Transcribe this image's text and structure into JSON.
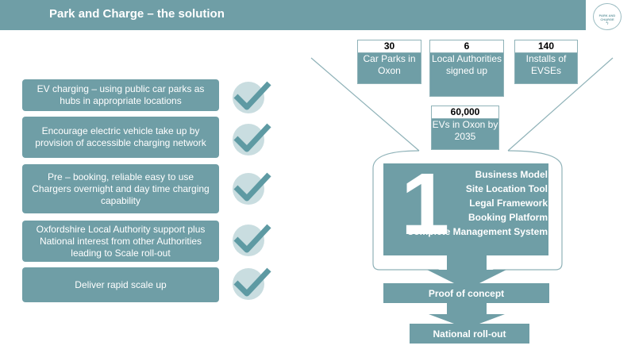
{
  "header": {
    "title": "Park and Charge – the solution",
    "logo_text": "PARK AND CHARGE",
    "logo_icon": "lightning-bolt-icon"
  },
  "colors": {
    "primary": "#6f9ea6",
    "check": "#5e9aa3"
  },
  "points": [
    "EV charging – using public car parks as hubs in appropriate locations",
    "Encourage electric vehicle take up by provision of accessible charging network",
    "Pre – booking, reliable easy to use Chargers overnight and day time charging capability",
    "Oxfordshire Local Authority support plus National interest from other Authorities leading to Scale roll-out",
    "Deliver rapid scale up"
  ],
  "stats": [
    {
      "number": "30",
      "label": "Car Parks in Oxon"
    },
    {
      "number": "6",
      "label": "Local Authorities signed up"
    },
    {
      "number": "140",
      "label": "Installs of EVSEs"
    },
    {
      "number": "60,000",
      "label": "EVs in Oxon by 2035"
    }
  ],
  "core": {
    "number": "1",
    "items": [
      "Business Model",
      "Site Location Tool",
      "Legal Framework",
      "Booking Platform",
      "Complete Management System"
    ]
  },
  "stages": {
    "proof": "Proof of concept",
    "national": "National roll-out"
  }
}
